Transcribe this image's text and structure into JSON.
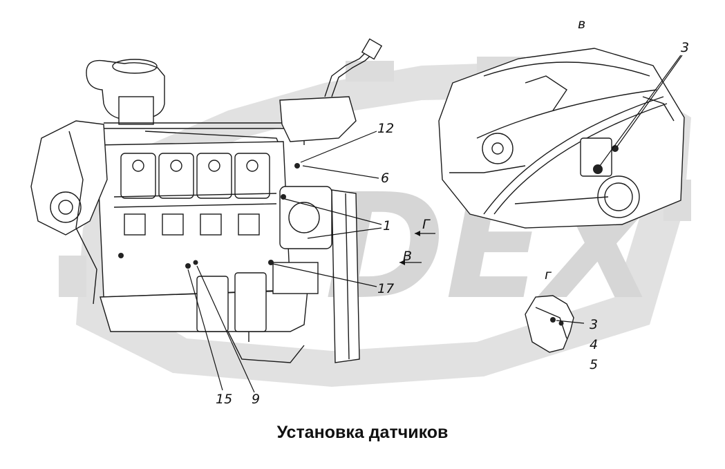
{
  "caption": "Установка датчиков",
  "watermark": {
    "text": "DEX",
    "color": "#d6d6d6"
  },
  "view_labels": {
    "v_top": "в",
    "g_arrow": "Г",
    "v_arrow": "В",
    "g_detail": "г"
  },
  "callouts": {
    "c1": "1",
    "c3_top": "3",
    "c3_bottom": "3",
    "c4": "4",
    "c5": "5",
    "c6": "6",
    "c9": "9",
    "c12": "12",
    "c15": "15",
    "c17": "17"
  }
}
